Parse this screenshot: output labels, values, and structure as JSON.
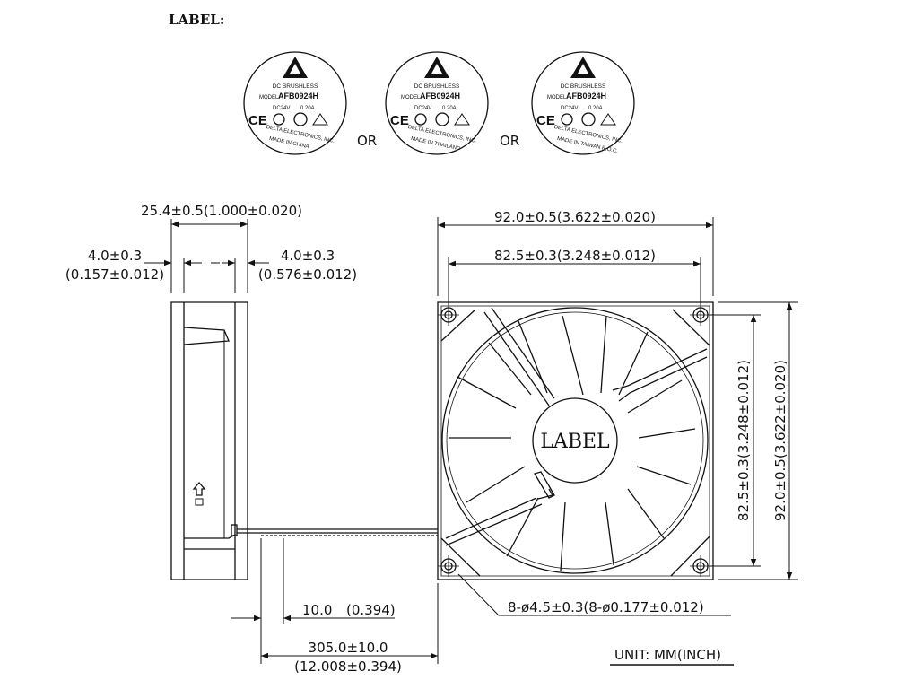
{
  "heading": "LABEL:",
  "labels": [
    {
      "line1": "DC BRUSHLESS",
      "model_prefix": "MODEL",
      "model": "AFB0924H",
      "rating_v": "DC24V",
      "rating_a": "0.20A",
      "maker": "DELTA ELECTRONICS, INC.",
      "origin": "MADE IN CHINA"
    },
    {
      "line1": "DC BRUSHLESS",
      "model_prefix": "MODEL",
      "model": "AFB0924H",
      "rating_v": "DC24V",
      "rating_a": "0.20A",
      "maker": "DELTA ELECTRONICS, INC.",
      "origin": "MADE IN THAILAND"
    },
    {
      "line1": "DC BRUSHLESS",
      "model_prefix": "MODEL",
      "model": "AFB0924H",
      "rating_v": "DC24V",
      "rating_a": "0.20A",
      "maker": "DELTA ELECTRONICS, INC.",
      "origin": "MADE IN TAIWAN R.O.C."
    }
  ],
  "or_text": "OR",
  "center_label": "LABEL",
  "dimensions": {
    "side_width": "25.4±0.5(1.000±0.020)",
    "side_left_mm": "4.0±0.3",
    "side_left_in": "(0.157±0.012)",
    "side_right_mm": "4.0±0.3",
    "side_right_in": "(0.576±0.012)",
    "front_width": "92.0±0.5(3.622±0.020)",
    "hole_spacing": "82.5±0.3(3.248±0.012)",
    "front_height": "92.0±0.5(3.622±0.020)",
    "hole_spacing_v": "82.5±0.3(3.248±0.012)",
    "hole_dia": "8-ø4.5±0.3(8-ø0.177±0.012)",
    "strip_mm": "10.0",
    "strip_in": "(0.394)",
    "lead_mm": "305.0±10.0",
    "lead_in": "(12.008±0.394)"
  },
  "unit": "UNIT: MM(INCH)"
}
